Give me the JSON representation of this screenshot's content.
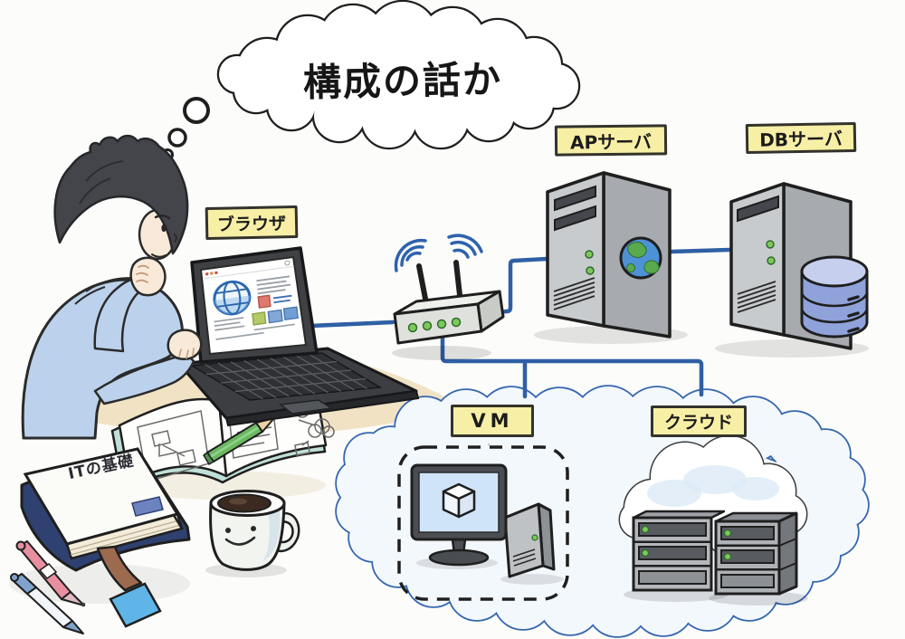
{
  "thought": {
    "text": "構成の話か"
  },
  "labels": {
    "browser": "ブラウザ",
    "ap_server": "APサーバ",
    "db_server": "DBサーバ",
    "vm": "VM",
    "cloud": "クラウド"
  },
  "book": {
    "title": "ITの基礎"
  },
  "diagram": {
    "nodes": [
      {
        "id": "browser",
        "label": "ブラウザ",
        "kind": "laptop-browser"
      },
      {
        "id": "router",
        "label": "",
        "kind": "wifi-router"
      },
      {
        "id": "ap_server",
        "label": "APサーバ",
        "kind": "server-tower-web"
      },
      {
        "id": "db_server",
        "label": "DBサーバ",
        "kind": "server-tower-database"
      },
      {
        "id": "vm",
        "label": "VM",
        "kind": "virtual-machine"
      },
      {
        "id": "cloud",
        "label": "クラウド",
        "kind": "cloud-datacenter"
      }
    ],
    "edges": [
      {
        "from": "browser",
        "to": "router"
      },
      {
        "from": "router",
        "to": "ap_server"
      },
      {
        "from": "ap_server",
        "to": "db_server"
      },
      {
        "from": "router",
        "to": "vm"
      },
      {
        "from": "router",
        "to": "cloud"
      }
    ]
  },
  "colors": {
    "background": "#fcfcfa",
    "label_bg": "#f8efa6",
    "label_border": "#33332c",
    "connection_blue": "#2f5fa5",
    "cloud_outline": "#3566ae",
    "cloud_fill": "#f3f8fd",
    "led_green": "#7dc85a",
    "server_front": "#c8cbcd",
    "server_side": "#a7abaf",
    "database_blue": "#8fa2da",
    "hoodie_blue": "#bcd2ec",
    "desk_tan": "#eed9b2",
    "pencil_green": "#6cb862",
    "book_navy": "#2f4170",
    "tag_blue": "#5fb5e8",
    "pen_pink": "#e78fa0",
    "pen_blue": "#7fa3cc",
    "ink": "#1f1f1f"
  },
  "icons": {
    "thought-bubble": "scalloped cloud outline",
    "wifi-signal-icon": "double arc set",
    "globe-icon": "blue-green earth",
    "database-icon": "three stacked blue cylinders",
    "vm-cube-icon": "isometric cube on monitor",
    "cloud-icon": "white fluffy cloud",
    "rack-server-icon": "stacked server units with green LEDs",
    "smiley-face-icon": "two dots and a smile on mug"
  }
}
